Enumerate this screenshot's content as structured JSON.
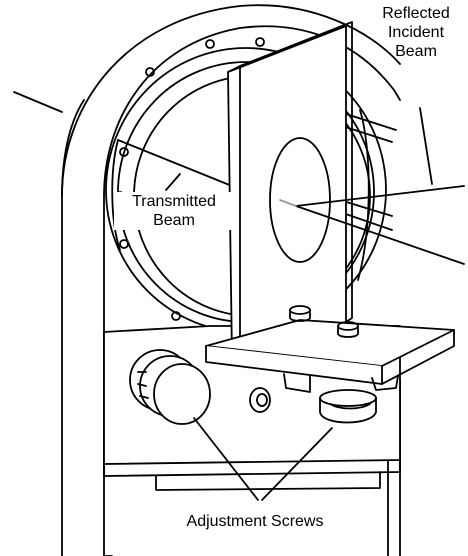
{
  "labels": {
    "reflected": [
      "Reflected",
      "Incident",
      "Beam"
    ],
    "transmitted": [
      "Transmitted",
      "Beam"
    ],
    "adjustment": "Adjustment Screws"
  },
  "colors": {
    "line": "#000000",
    "background": "#ffffff",
    "beam": "#9a9a9a"
  }
}
